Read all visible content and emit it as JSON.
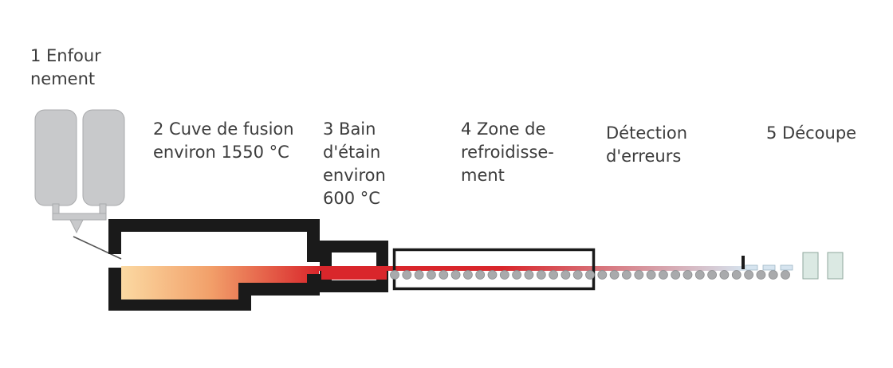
{
  "stages": [
    {
      "id": "enfournement",
      "label": "1 Enfour\nnement"
    },
    {
      "id": "cuve",
      "label": "2 Cuve de fusion\nenviron 1550 °C"
    },
    {
      "id": "bain",
      "label": "3 Bain\nd'étain\nenviron\n600 °C"
    },
    {
      "id": "refroidissement",
      "label": "4 Zone de\nrefroidisse-\nment"
    },
    {
      "id": "detection",
      "label": "Détection\nd'erreurs"
    },
    {
      "id": "decoupe",
      "label": "5 Découpe"
    }
  ],
  "colors": {
    "wall": "#1a1a1a",
    "silo": "#c8c9cb",
    "silo_stroke": "#a9aaac",
    "melt_hot": "#d9262b",
    "melt_warm": "#f2a06a",
    "melt_cool": "#fbd9a2",
    "glass_cool": "#d6e4ef",
    "roller": "#a9aaac",
    "plate": "#dbe9e3",
    "plate_stroke": "#8fa79c"
  },
  "rollers": {
    "count": 33
  },
  "cut_pieces": {
    "count": 3
  },
  "plates": {
    "count": 2
  }
}
